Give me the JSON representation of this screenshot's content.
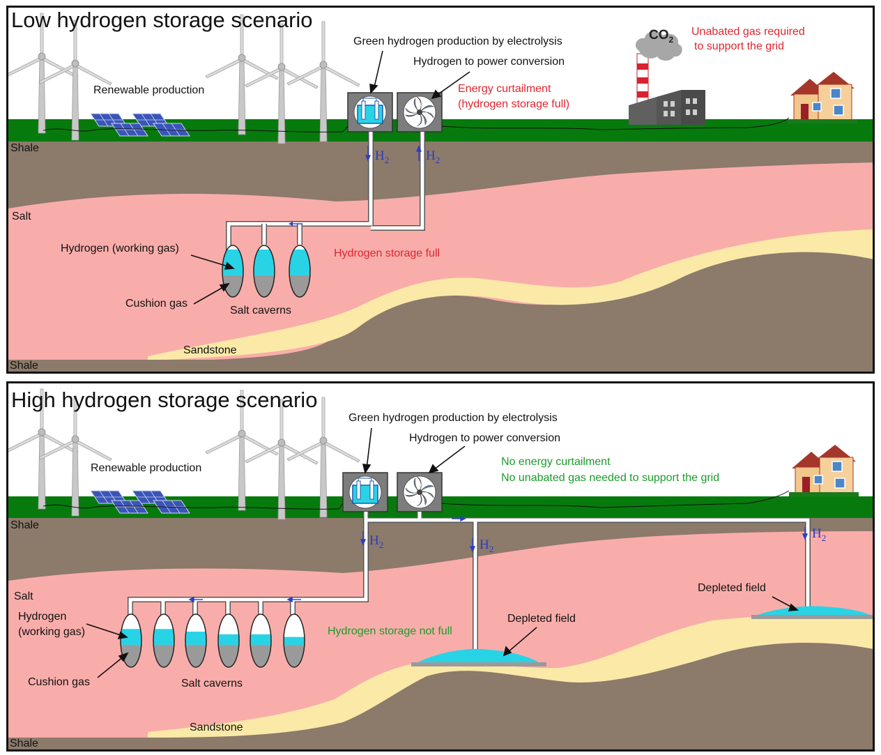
{
  "colors": {
    "grass": "#077a0d",
    "shale": "#8c7a6b",
    "salt": "#f9adaa",
    "sandstone": "#fbe9a8",
    "hydrogen": "#29d3e6",
    "cushion_gas": "#9a9a9a",
    "pipe": "#ffffff",
    "warning_text": "#e0252f",
    "ok_text": "#1d9a2c",
    "flow_arrow": "#2b3cc4"
  },
  "low": {
    "title": "Low hydrogen storage scenario",
    "renewable": "Renewable production",
    "electrolysis": "Green hydrogen production by electrolysis",
    "h2power": "Hydrogen to power conversion",
    "curtail_1": "Energy curtailment",
    "curtail_2": "(hydrogen storage full)",
    "unabated_1": "Unabated gas required",
    "unabated_2": "to support the grid",
    "co2": "CO",
    "co2_sub": "2",
    "shale_top": "Shale",
    "salt": "Salt",
    "hydrogen_gas": "Hydrogen (working gas)",
    "cushion": "Cushion gas",
    "caverns": "Salt caverns",
    "storage_status": "Hydrogen storage full",
    "sandstone": "Sandstone",
    "shale_bottom": "Shale",
    "h2": "H",
    "h2_sub": "2",
    "cavern_fill": [
      0.5,
      0.5,
      0.5
    ]
  },
  "high": {
    "title": "High hydrogen storage scenario",
    "renewable": "Renewable production",
    "electrolysis": "Green hydrogen production by electrolysis",
    "h2power": "Hydrogen to power conversion",
    "no_curtail": "No energy curtailment",
    "no_unabated": "No unabated gas needed to support the grid",
    "shale_top": "Shale",
    "salt": "Salt",
    "hydrogen_gas_1": "Hydrogen",
    "hydrogen_gas_2": "(working gas)",
    "cushion": "Cushion gas",
    "caverns": "Salt caverns",
    "storage_status": "Hydrogen storage not full",
    "depleted_1": "Depleted field",
    "depleted_2": "Depleted field",
    "sandstone": "Sandstone",
    "shale_bottom": "Shale",
    "h2": "H",
    "h2_sub": "2",
    "cavern_fill": [
      0.3,
      0.3,
      0.25,
      0.2,
      0.2,
      0.15
    ]
  }
}
